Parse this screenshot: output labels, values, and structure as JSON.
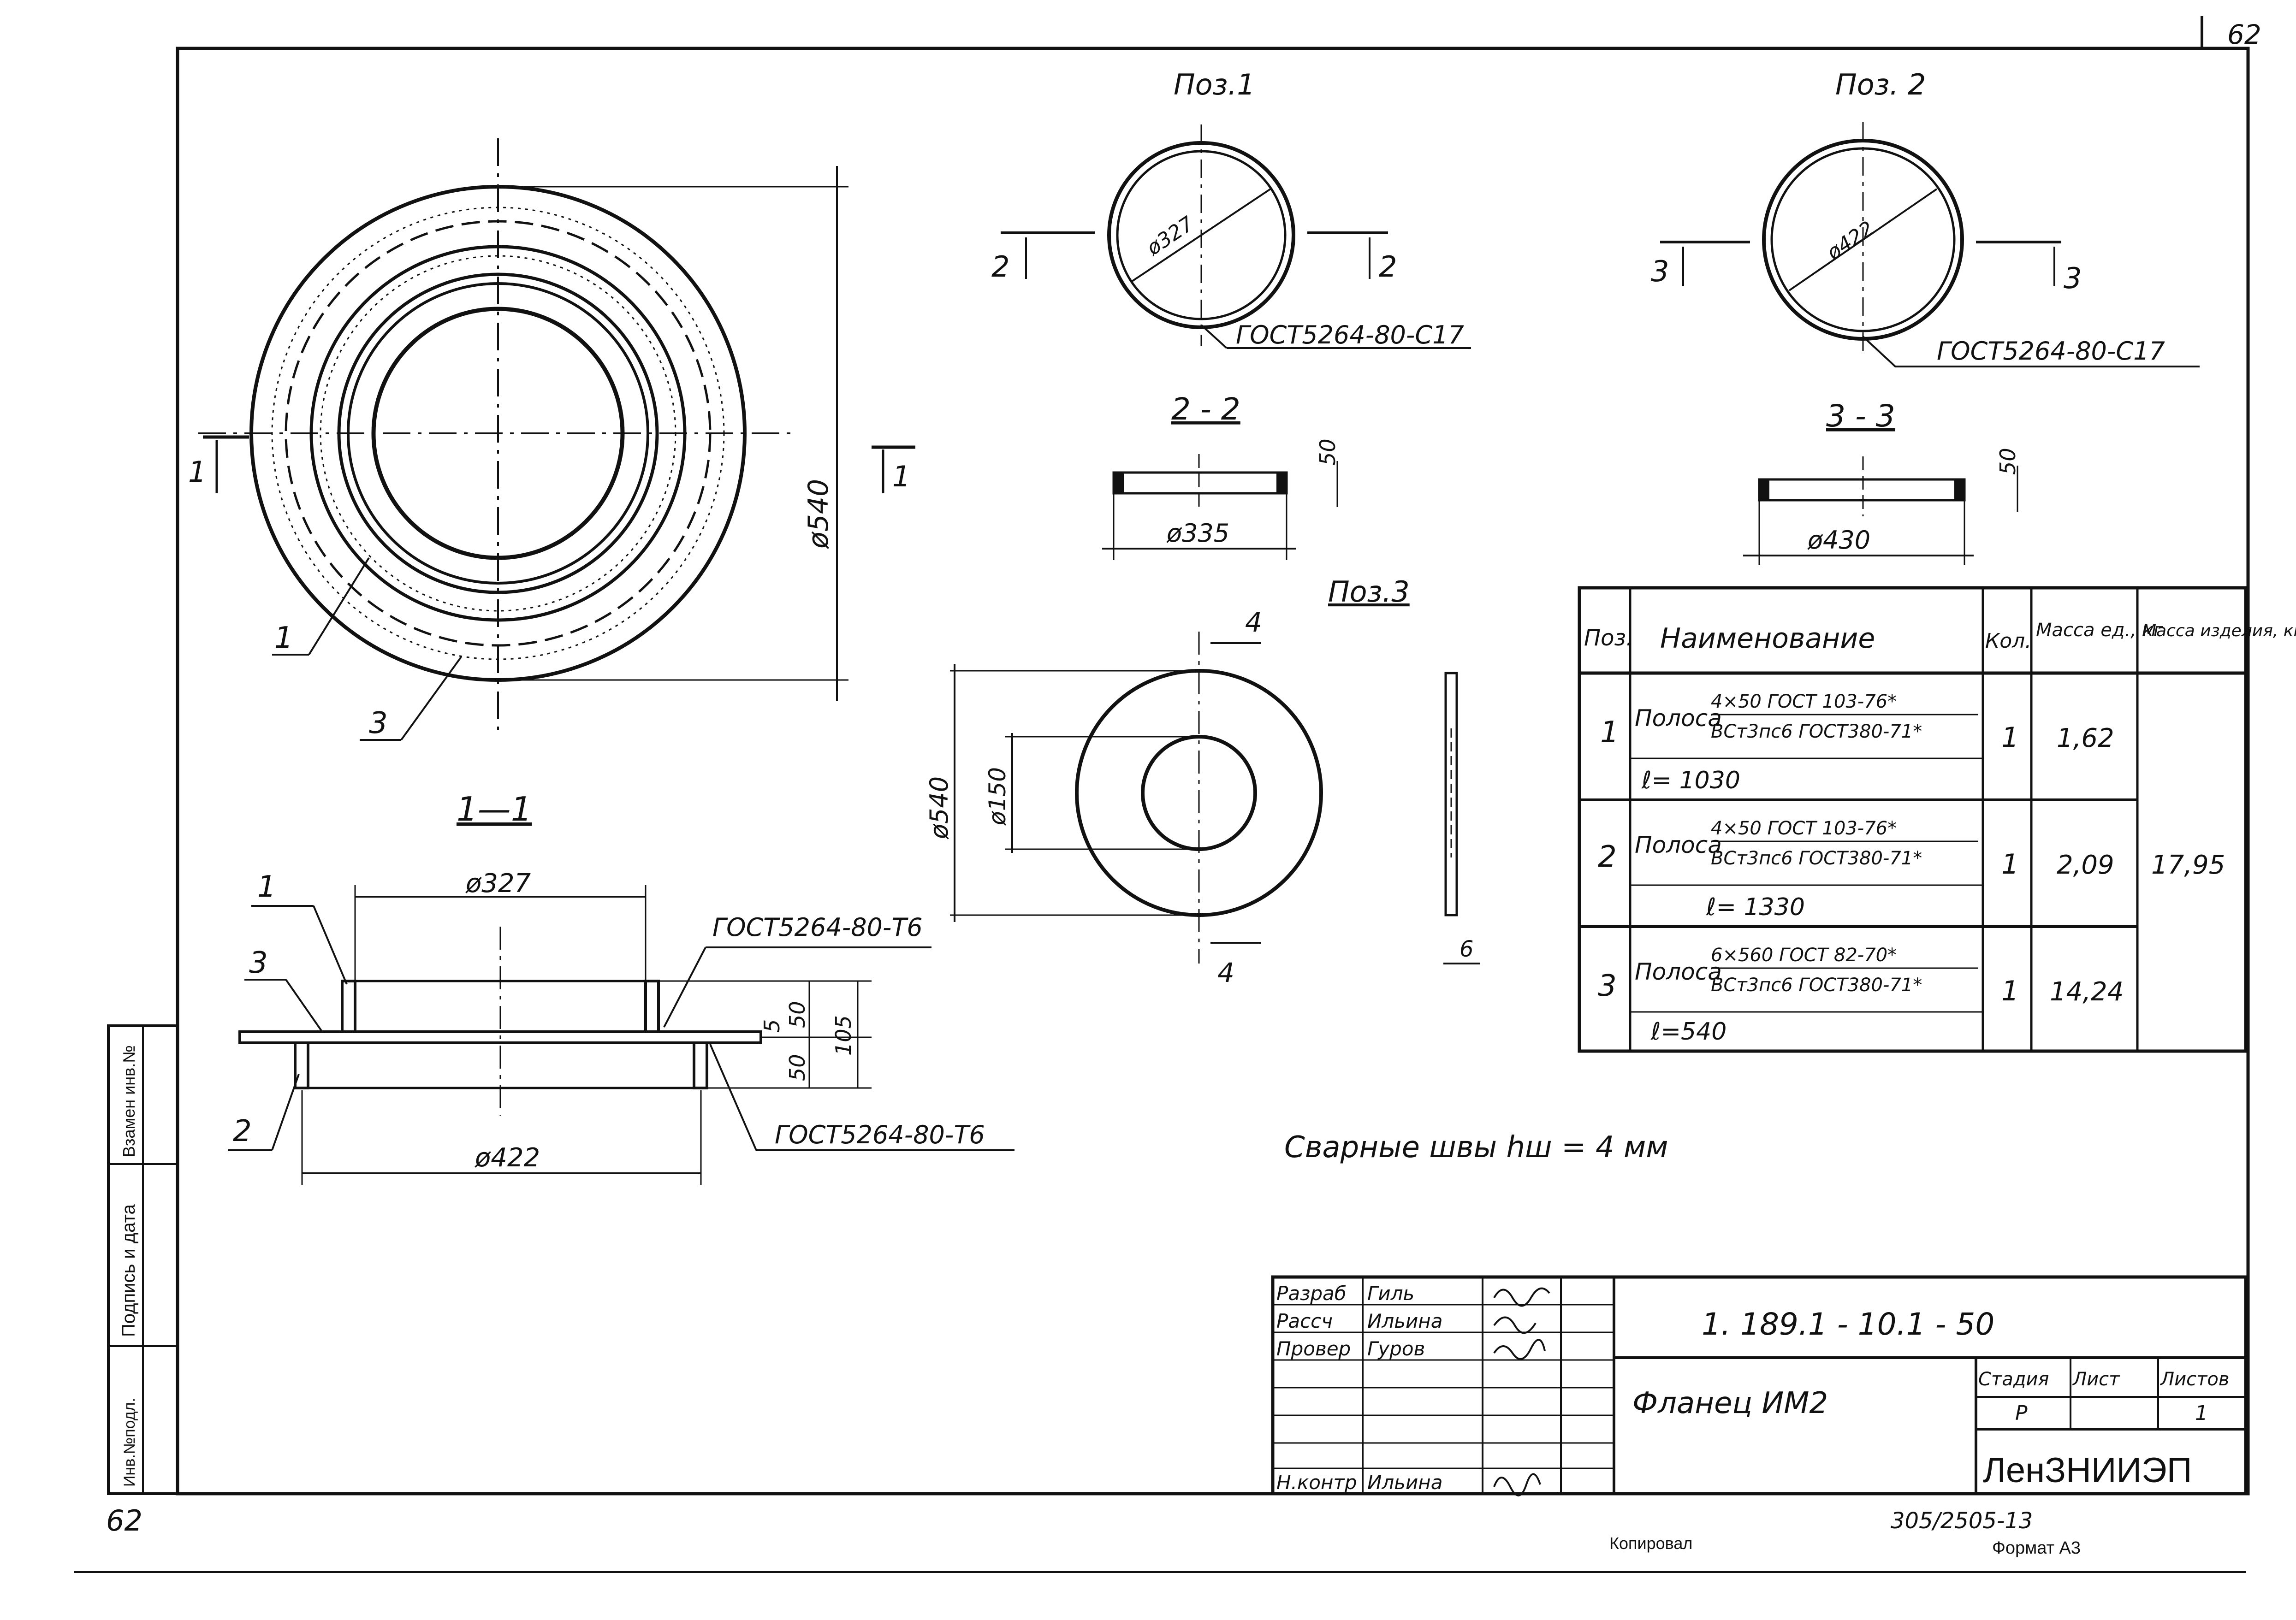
{
  "sheet_number": "62",
  "sheet_number_bottom": "62",
  "views": {
    "main": {
      "dia": "ø540",
      "callouts": [
        "1",
        "3"
      ],
      "cut_marks": [
        "1",
        "1"
      ]
    },
    "section_1_1": {
      "title": "1—1",
      "d_top": "ø327",
      "d_bottom": "ø422",
      "weld_top": "ГОСТ5264-80-Т6",
      "weld_bottom": "ГОСТ5264-80-Т6",
      "dims": [
        "5",
        "50",
        "105",
        "50"
      ],
      "callouts": [
        "1",
        "3",
        "2"
      ]
    },
    "poz1": {
      "title": "Поз.1",
      "dia": "ø327",
      "weld": "ГОСТ5264-80-С17",
      "cut_marks": [
        "2",
        "2"
      ]
    },
    "poz2": {
      "title": "Поз. 2",
      "dia": "ø422",
      "weld": "ГОСТ5264-80-С17",
      "cut_marks": [
        "3",
        "3"
      ]
    },
    "sec_2_2": {
      "title": "2 - 2",
      "dia": "ø335",
      "h": "50"
    },
    "sec_3_3": {
      "title": "3 - 3",
      "dia": "ø430",
      "h": "50"
    },
    "poz3": {
      "title": "Поз.3",
      "outer": "ø540",
      "inner": "ø150",
      "thickness": "6",
      "cut_marks": [
        "4",
        "4"
      ]
    }
  },
  "spec_table": {
    "headers": [
      "Поз.",
      "Наименование",
      "Кол.",
      "Масса ед., кг",
      "Масса изделия, кг"
    ],
    "rows": [
      {
        "pos": "1",
        "name_prefix": "Полоса",
        "spec_top": "4×50 ГОСТ 103-76*",
        "spec_bottom": "ВСт3пс6 ГОСТ380-71*",
        "length": "ℓ= 1030",
        "qty": "1",
        "mass_unit": "1,62"
      },
      {
        "pos": "2",
        "name_prefix": "Полоса",
        "spec_top": "4×50 ГОСТ 103-76*",
        "spec_bottom": "ВСт3пс6 ГОСТ380-71*",
        "length": "ℓ= 1330",
        "qty": "1",
        "mass_unit": "2,09"
      },
      {
        "pos": "3",
        "name_prefix": "Полоса",
        "spec_top": "6×560 ГОСТ 82-70*",
        "spec_bottom": "ВСт3пс6 ГОСТ380-71*",
        "length": "ℓ=540",
        "qty": "1",
        "mass_unit": "14,24"
      }
    ],
    "total_mass": "17,95"
  },
  "note": "Сварные швы  hш = 4 мм",
  "side_stamp": [
    "Подпись и дата",
    "Взамен инв.№"
  ],
  "side_stamp_bottom": "Инв.№подл.",
  "title_block": {
    "people": [
      {
        "role": "Разраб",
        "name": "Гиль"
      },
      {
        "role": "Рассч",
        "name": "Ильина"
      },
      {
        "role": "Провер",
        "name": "Гуров"
      },
      {
        "role": "Н.контр",
        "name": "Ильина"
      }
    ],
    "doc_code": "1. 189.1 - 10.1 - 50",
    "product": "Фланец ИМ2",
    "stage_headers": [
      "Стадия",
      "Лист",
      "Листов"
    ],
    "stage_values": [
      "Р",
      "",
      "1"
    ],
    "org": "ЛенЗНИИЭП"
  },
  "footer": {
    "copied": "Копировал",
    "format": "Формат А3",
    "order": "305/2505-13"
  }
}
